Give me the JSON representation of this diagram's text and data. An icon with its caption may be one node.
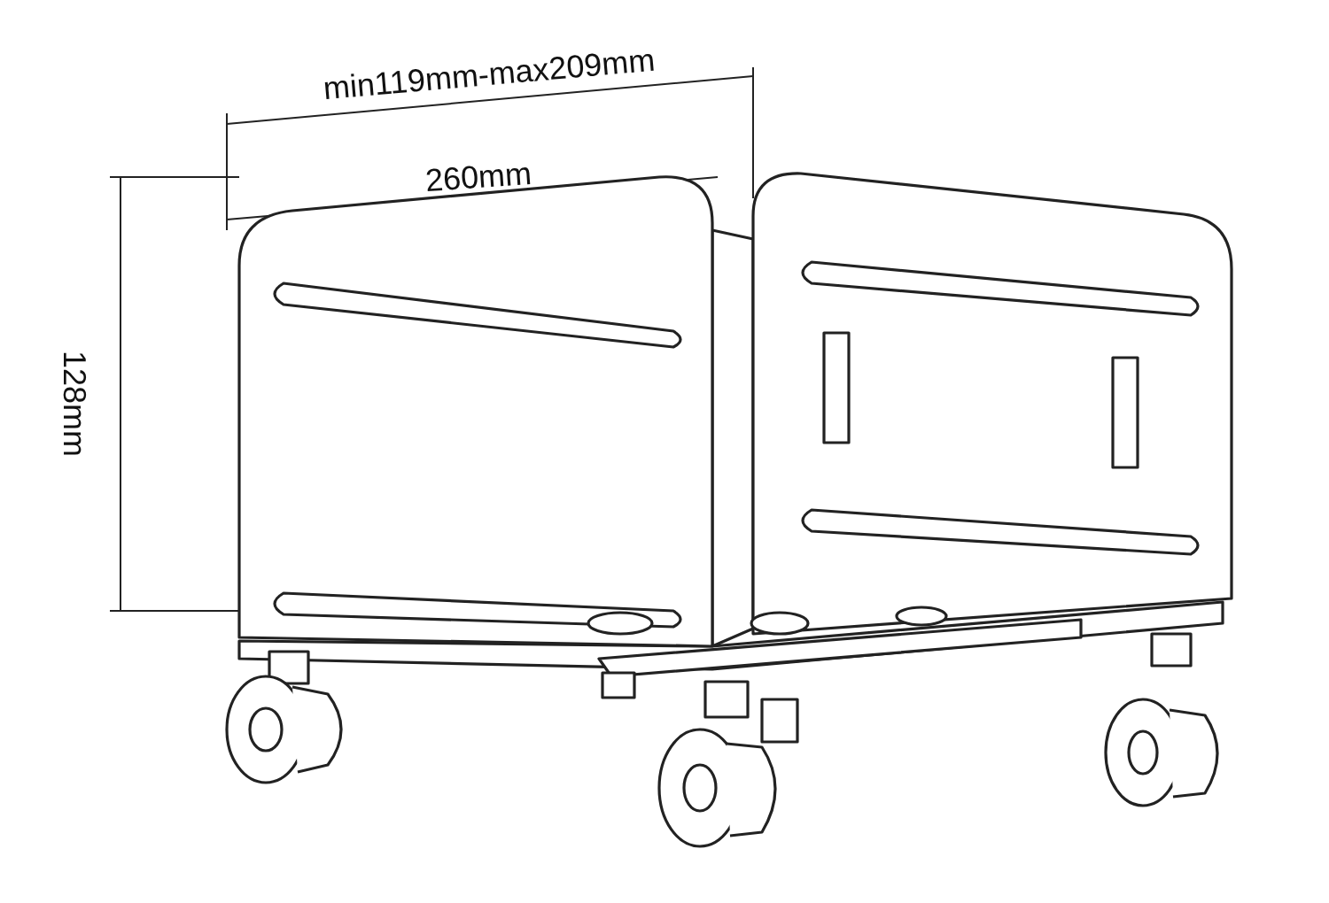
{
  "diagram": {
    "labels": [
      "min119mm-max209mm",
      "260mm",
      "128mm"
    ]
  }
}
